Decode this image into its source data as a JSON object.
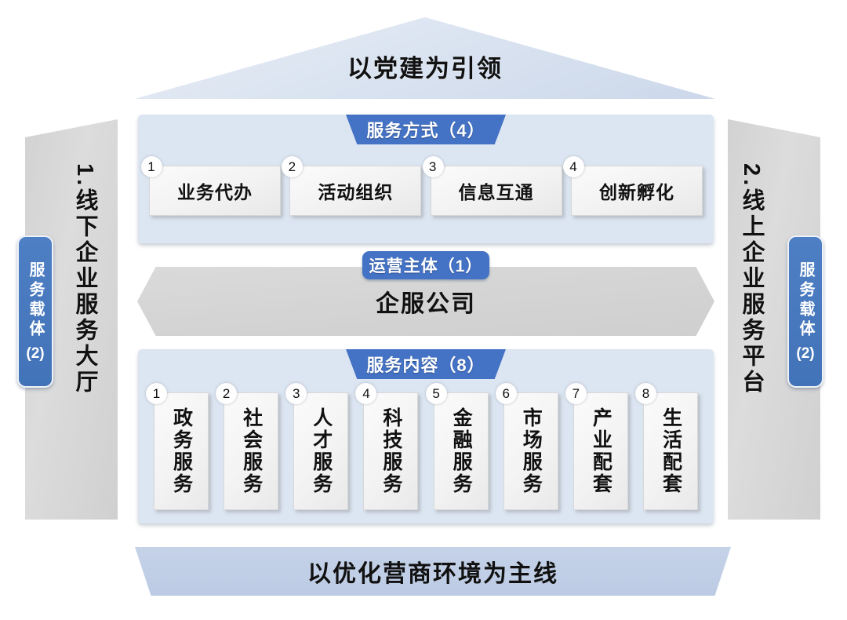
{
  "roof": {
    "title": "以党建为引领"
  },
  "banner": {
    "title": "以优化营商环境为主线"
  },
  "left_pillar": {
    "label": "1.线下企业服务大厅",
    "badge_text": "服务载体",
    "badge_count": "(2)"
  },
  "right_pillar": {
    "label": "2.线上企业服务平台",
    "badge_text": "服务载体",
    "badge_count": "(2)"
  },
  "service_method": {
    "header": "服务方式（4）",
    "items": [
      {
        "num": "1",
        "label": "业务代办"
      },
      {
        "num": "2",
        "label": "活动组织"
      },
      {
        "num": "3",
        "label": "信息互通"
      },
      {
        "num": "4",
        "label": "创新孵化"
      }
    ]
  },
  "operating_entity": {
    "header": "运营主体（1）",
    "name": "企服公司"
  },
  "service_content": {
    "header": "服务内容（8）",
    "items": [
      {
        "num": "1",
        "label": "政务服务"
      },
      {
        "num": "2",
        "label": "社会服务"
      },
      {
        "num": "3",
        "label": "人才服务"
      },
      {
        "num": "4",
        "label": "科技服务"
      },
      {
        "num": "5",
        "label": "金融服务"
      },
      {
        "num": "6",
        "label": "市场服务"
      },
      {
        "num": "7",
        "label": "产业配套"
      },
      {
        "num": "8",
        "label": "生活配套"
      }
    ]
  },
  "colors": {
    "accent_blue": "#4472c4",
    "badge_blue": "#4273b8",
    "panel_bg": "#dce6f2",
    "pillar_gray": "#d6d6d6",
    "roof_blue": "#dbe4f1",
    "banner_blue": "#c0cfe6",
    "card_white": "#f4f4f4"
  }
}
